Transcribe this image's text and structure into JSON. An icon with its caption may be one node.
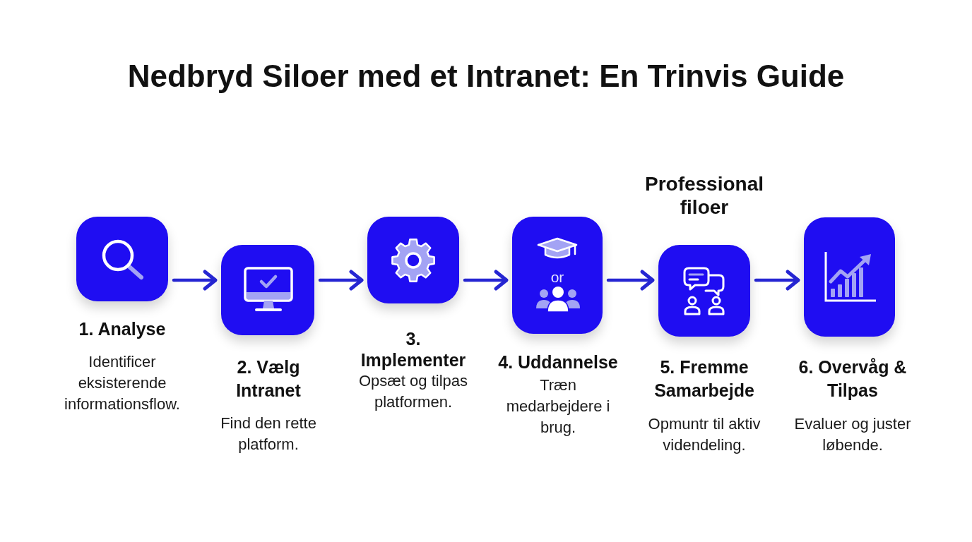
{
  "diagram": {
    "title": "Nedbryd Siloer med et Intranet: En Trinvis Guide",
    "nodes": [
      {
        "text": [
          "1. Analyse",
          "Identificer eksisterende informationsflow."
        ]
      },
      {
        "text": [
          "2. Vælg Intranet",
          "Find den rette platform."
        ]
      },
      {
        "text": [
          "3. Implementer",
          "Opsæt og tilpas platformen."
        ]
      },
      {
        "text": [
          "or",
          "4. Uddannelse",
          "Træn medarbejdere i brug."
        ]
      },
      {
        "text": [
          "5. Fremme Samarbejde",
          "Opmuntr til aktiv videndeling."
        ],
        "beside": [
          "Professional filoer"
        ]
      },
      {
        "text": [
          "6. Overvåg & Tilpas",
          "Evaluer og juster løbende."
        ]
      }
    ],
    "edges": [
      {
        "from": 0,
        "to": 1,
        "arrow": "to"
      },
      {
        "from": 1,
        "to": 2,
        "arrow": "to"
      },
      {
        "from": 2,
        "to": 3,
        "arrow": "to"
      },
      {
        "from": 3,
        "to": 4,
        "arrow": "to"
      },
      {
        "from": 4,
        "to": 5,
        "arrow": "to"
      }
    ]
  }
}
